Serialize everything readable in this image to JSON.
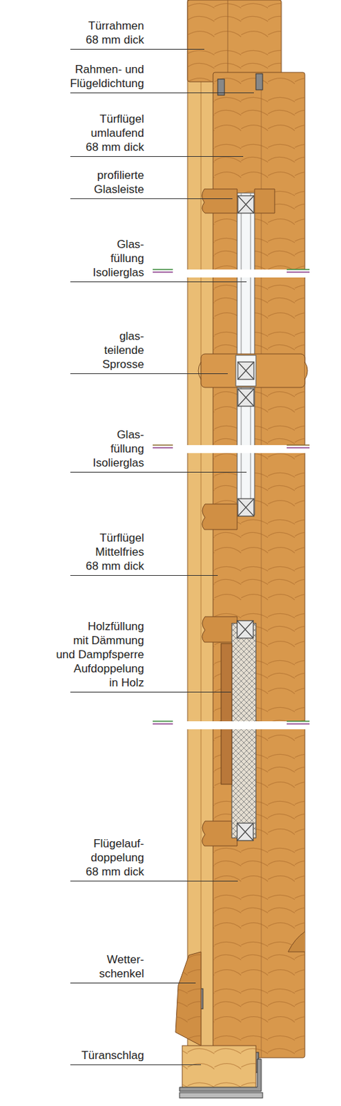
{
  "diagram": {
    "labels": [
      "Türrahmen 68 mm dick",
      "Rahmen- und Flügeldichtung",
      "Türflügel umlaufend 68 mm dick",
      "profilierte Glasleiste",
      "Glas- füllung Isolierglas",
      "glas- teilende Sprosse",
      "Glas- füllung Isolierglas",
      "Türflügel Mittelfries 68 mm dick",
      "Holzfüllung mit Dämmung und Dampfsperre Aufdoppelung in Holz",
      "Flügelauf- doppelung 68 mm dick",
      "Wetter- schenkel",
      "Türanschlag"
    ]
  }
}
